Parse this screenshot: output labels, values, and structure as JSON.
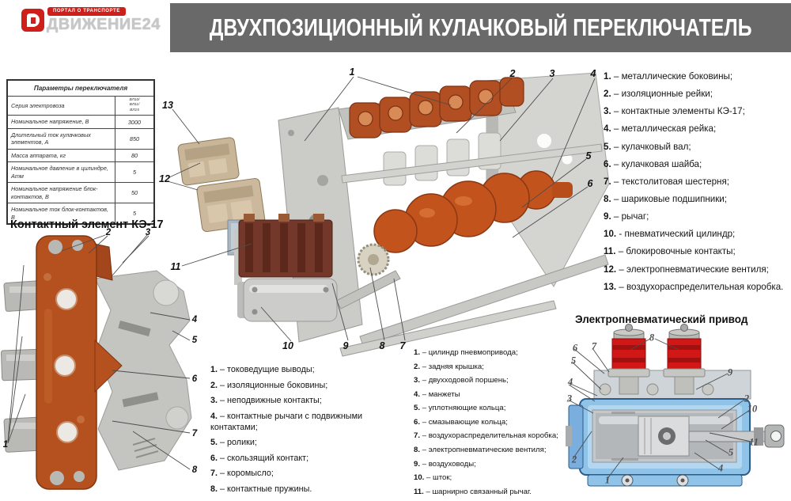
{
  "logo": {
    "badge": "ПОРТАЛ О ТРАНСПОРТЕ",
    "name": "ДВИЖЕНИЕ24"
  },
  "header": {
    "title": "ДВУХПОЗИЦИОННЫЙ КУЛАЧКОВЫЙ ПЕРЕКЛЮЧАТЕЛЬ"
  },
  "params_table": {
    "title": "Параметры переключателя",
    "rows": [
      {
        "label": "Серия электровоза",
        "value": "ВЛ10/\nВЛ11/\nВЛ15"
      },
      {
        "label": "Номинальное напряжение, В",
        "value": "3000"
      },
      {
        "label": "Длительный ток кулачковых элементов, А",
        "value": "850"
      },
      {
        "label": "Масса аппарата, кг",
        "value": "80"
      },
      {
        "label": "Номинальное давление в цилиндре, Атм",
        "value": "5"
      },
      {
        "label": "Номинальное напряжение блок-контактов, В",
        "value": "50"
      },
      {
        "label": "Номинальное ток блок-контактов, В",
        "value": "5"
      }
    ]
  },
  "main_diagram": {
    "callouts": [
      "1",
      "2",
      "3",
      "4",
      "5",
      "6",
      "7",
      "8",
      "9",
      "10",
      "11",
      "12",
      "13"
    ]
  },
  "main_legend": {
    "items": [
      {
        "n": "1.",
        "t": "– металлические боковины;"
      },
      {
        "n": "2.",
        "t": "– изоляционные рейки;"
      },
      {
        "n": "3.",
        "t": "– контактные элементы КЭ-17;"
      },
      {
        "n": "4.",
        "t": "– металлическая рейка;"
      },
      {
        "n": "5.",
        "t": "– кулачковый вал;"
      },
      {
        "n": "6.",
        "t": "– кулачковая шайба;"
      },
      {
        "n": "7.",
        "t": "– текстолитовая шестерня;"
      },
      {
        "n": "8.",
        "t": "– шариковые подшипники;"
      },
      {
        "n": "9.",
        "t": "– рычаг;"
      },
      {
        "n": "10.",
        "t": "- пневматический цилиндр;"
      },
      {
        "n": "11.",
        "t": "– блокировочные контакты;"
      },
      {
        "n": "12.",
        "t": "– электропневматические вентиля;"
      },
      {
        "n": "13.",
        "t": "– воздухораспределительная коробка."
      }
    ]
  },
  "ke17": {
    "title": "Контактный элемент КЭ-17",
    "callouts": [
      "1",
      "2",
      "3",
      "4",
      "5",
      "6",
      "7",
      "8"
    ],
    "legend": [
      {
        "n": "1.",
        "t": "– токоведущие выводы;"
      },
      {
        "n": "2.",
        "t": "– изоляционные боковины;"
      },
      {
        "n": "3.",
        "t": "– неподвижные контакты;"
      },
      {
        "n": "4.",
        "t": "– контактные рычаги с подвижными контактами;"
      },
      {
        "n": "5.",
        "t": "– ролики;"
      },
      {
        "n": "6.",
        "t": "– скользящий контакт;"
      },
      {
        "n": "7.",
        "t": "– коромысло;"
      },
      {
        "n": "8.",
        "t": "– контактные пружины."
      }
    ]
  },
  "drive": {
    "title": "Электропневматический привод",
    "callouts": [
      "6",
      "7",
      "8",
      "9",
      "5",
      "4",
      "3",
      "2",
      "2",
      "10",
      "11",
      "5",
      "4",
      "1"
    ],
    "legend": [
      {
        "n": "1.",
        "t": "– цилиндр пневмопривода;"
      },
      {
        "n": "2.",
        "t": "– задняя крышка;"
      },
      {
        "n": "3.",
        "t": "– двухходовой поршень;"
      },
      {
        "n": "4.",
        "t": "– манжеты"
      },
      {
        "n": "5.",
        "t": "– уплотняющие кольца;"
      },
      {
        "n": "6.",
        "t": "– смазывающие кольца;"
      },
      {
        "n": "7.",
        "t": "– воздухораспределительная коробка;"
      },
      {
        "n": "8.",
        "t": "– электропневматические вентиля;"
      },
      {
        "n": "9.",
        "t": "– воздуховоды;"
      },
      {
        "n": "10.",
        "t": "– шток;"
      },
      {
        "n": "11.",
        "t": "– шарнирно связанный рычаг."
      }
    ]
  },
  "colors": {
    "title_bar": "#696969",
    "accent_red": "#cf1f1a",
    "cam_orange": "#b5511f",
    "drive_blue": "#8fc3e8",
    "valve_red": "#d21717"
  }
}
